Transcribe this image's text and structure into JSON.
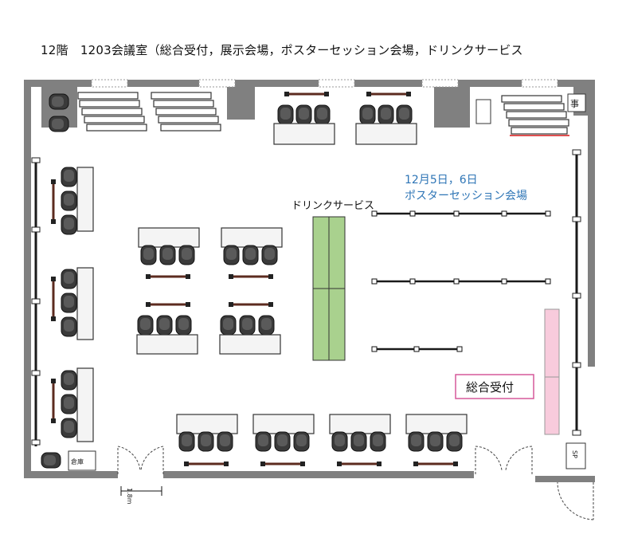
{
  "heading": "12階　1203会議室（総合受付，展示会場，ポスターセッション会場，ドリンクサービス",
  "labels": {
    "poster_date": "12月5日，6日",
    "poster_venue": "ポスターセッション会場",
    "drink_service": "ドリンクサービス",
    "reception": "総合受付",
    "door_width": "1.8m",
    "speaker": "SP",
    "storage": "倉庫",
    "cabinet": "事"
  },
  "colors": {
    "wall": "#808080",
    "drink_table": "#a9d18e",
    "reception_desk": "#f8cbdc",
    "reception_border": "#d6589a",
    "label_blue": "#2e75b6",
    "chair": "#3a3a3a",
    "bar": "#5c2b1f"
  }
}
